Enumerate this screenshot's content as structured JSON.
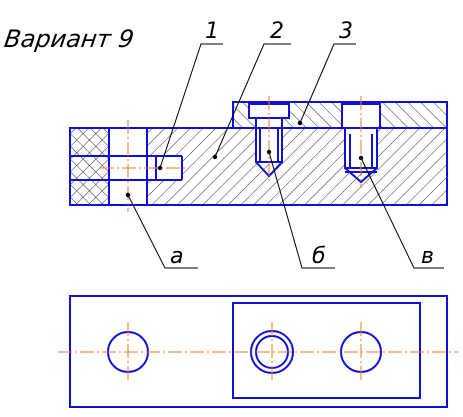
{
  "title": "Вариант 9",
  "callouts": {
    "part1": "1",
    "part2": "2",
    "part3": "3",
    "hole_a": "а",
    "hole_b": "б",
    "hole_v": "в"
  },
  "colors": {
    "outline": "#1010d8",
    "centerline": "#ee7a1a",
    "leader": "#000000"
  }
}
